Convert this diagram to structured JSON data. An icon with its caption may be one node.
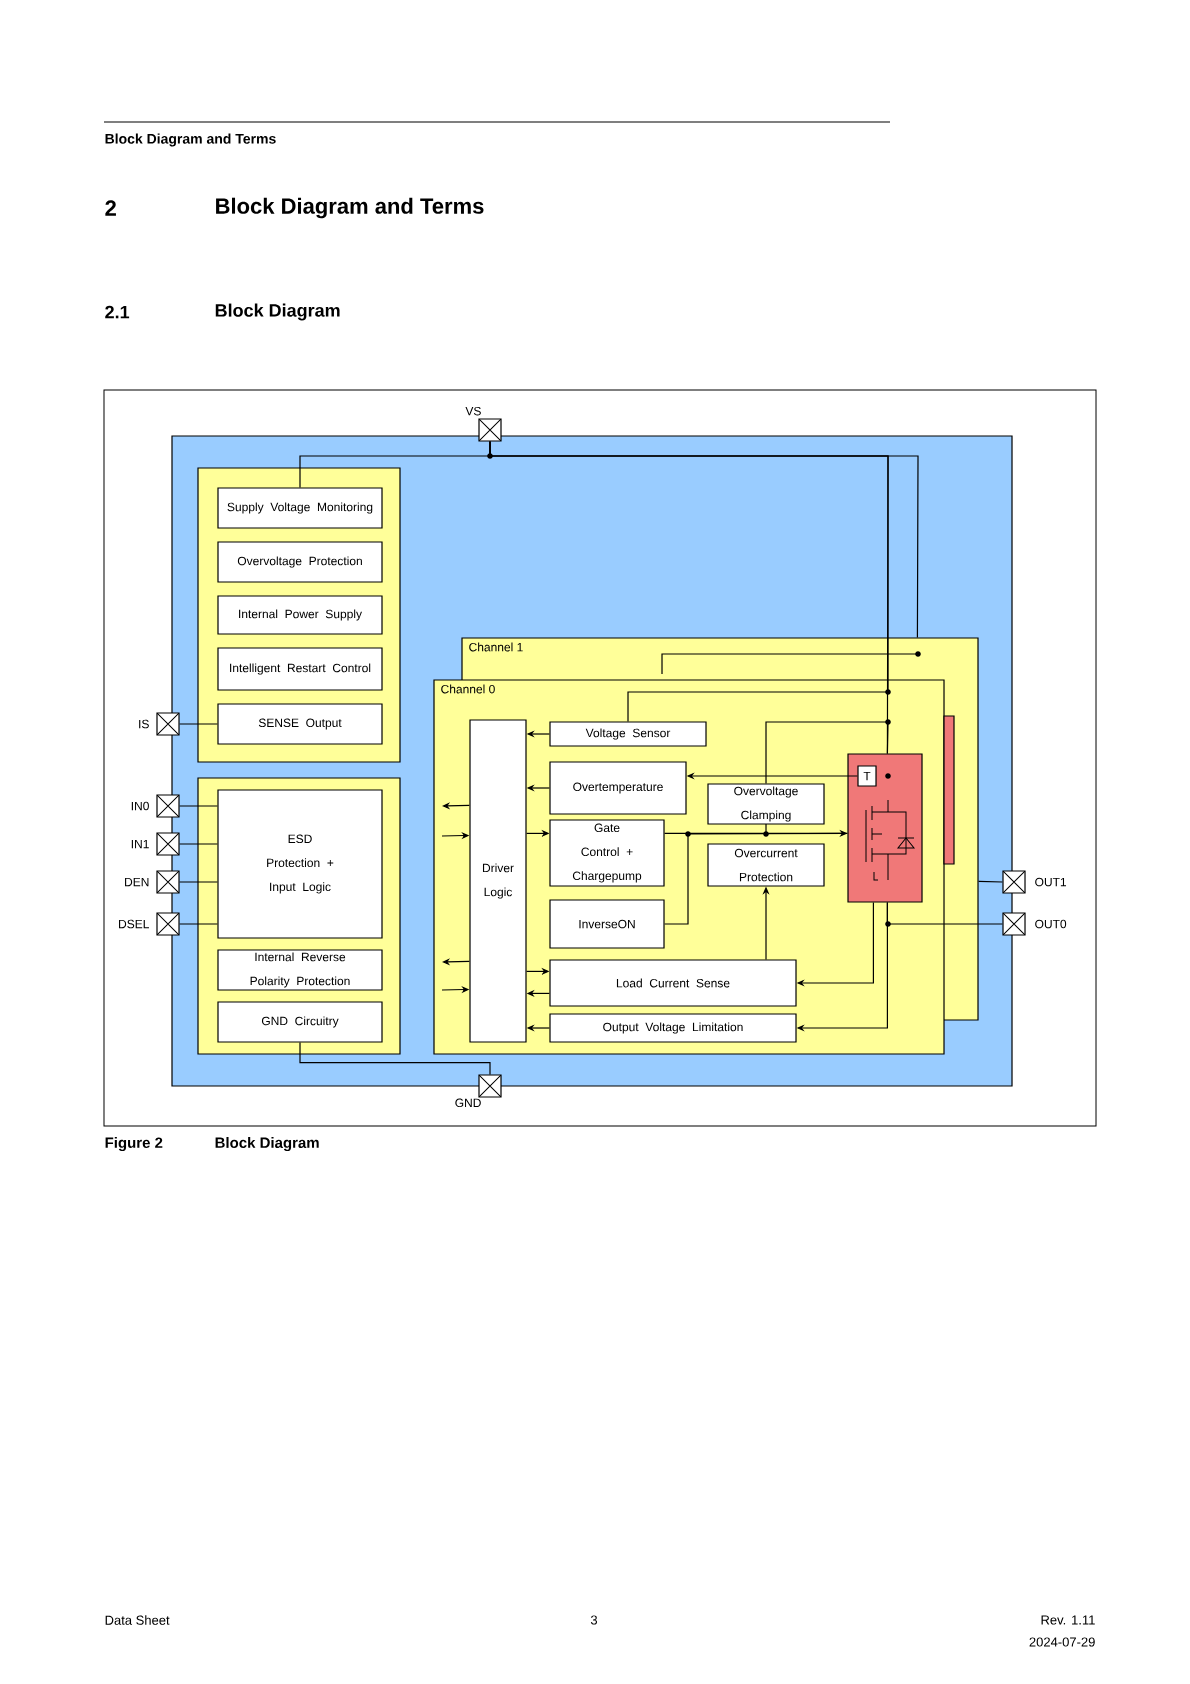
{
  "diagram": {
    "caption": "Block Diagram",
    "nodes": [
      {
        "text": [
          "VS"
        ]
      },
      {
        "text": [],
        "shape": "box"
      },
      {
        "text": [
          "Supply Voltage Monitoring"
        ],
        "in": 1
      },
      {
        "text": [
          "Overvoltage Protection"
        ],
        "in": 1
      },
      {
        "text": [
          "Internal Power Supply"
        ],
        "in": 1
      },
      {
        "text": [
          "Intelligent Restart Control"
        ],
        "in": 1
      },
      {
        "text": [
          "SENSE Output"
        ],
        "in": 1
      },
      {
        "text": [
          "IS"
        ]
      },
      {
        "text": [
          "Channel 1"
        ]
      },
      {
        "text": [
          "Channel 0"
        ],
        "in": 8
      },
      {
        "text": [
          "IN0"
        ]
      },
      {
        "text": [
          "IN1"
        ]
      },
      {
        "text": [
          "DEN"
        ]
      },
      {
        "text": [
          "DSEL"
        ]
      },
      {
        "text": [],
        "shape": "box"
      },
      {
        "text": [
          "ESD Protection + Input Logic"
        ],
        "in": 14
      },
      {
        "text": [
          "Internal Reverse Polarity Protection"
        ],
        "in": 14
      },
      {
        "text": [
          "GND Circuitry"
        ],
        "in": 14
      },
      {
        "text": [
          "Driver Logic"
        ],
        "in": 9
      },
      {
        "text": [
          "Voltage Sensor"
        ],
        "in": 9
      },
      {
        "text": [
          "Overtemperature"
        ],
        "in": 9
      },
      {
        "text": [
          "Gate Control + Chargepump"
        ],
        "in": 9
      },
      {
        "text": [
          "InverseON"
        ],
        "in": 9
      },
      {
        "text": [
          "Overvoltage Clamping"
        ],
        "in": 9
      },
      {
        "text": [
          "Overcurrent Protection"
        ],
        "in": 9
      },
      {
        "text": [
          "Load Current Sense"
        ],
        "in": 9
      },
      {
        "text": [
          "Output Voltage Limitation"
        ],
        "in": 9
      },
      {
        "text": [],
        "shape": "picture",
        "in": 9
      },
      {
        "text": [
          "T"
        ],
        "in": 27
      },
      {
        "text": [],
        "shape": "box",
        "in": 8
      },
      {
        "text": [
          "GND"
        ]
      },
      {
        "text": [
          "OUT1"
        ]
      },
      {
        "text": [
          "OUT0"
        ]
      }
    ],
    "edges": [
      {
        "from": 0,
        "to": 2,
        "arrow": "none"
      },
      {
        "from": 0,
        "to": 27,
        "arrow": "none"
      },
      {
        "from": 0,
        "to": 8,
        "arrow": "none"
      },
      {
        "from": 19,
        "to": 0,
        "arrow": "none"
      },
      {
        "from": 7,
        "to": 6,
        "arrow": "none"
      },
      {
        "from": 10,
        "to": 15,
        "arrow": "none"
      },
      {
        "from": 11,
        "to": 15,
        "arrow": "none"
      },
      {
        "from": 12,
        "to": 15,
        "arrow": "none"
      },
      {
        "from": 13,
        "to": 15,
        "arrow": "none"
      },
      {
        "from": 17,
        "to": 30,
        "arrow": "none"
      },
      {
        "from": 19,
        "to": 18,
        "arrow": "to"
      },
      {
        "from": 20,
        "to": 18,
        "arrow": "to"
      },
      {
        "from": 28,
        "to": 20,
        "arrow": "to"
      },
      {
        "from": 18,
        "to": 21,
        "arrow": "to"
      },
      {
        "from": 21,
        "to": 27,
        "arrow": "to"
      },
      {
        "from": 22,
        "to": 27,
        "arrow": "none"
      },
      {
        "from": 23,
        "to": 27,
        "arrow": "none"
      },
      {
        "from": 25,
        "to": 24,
        "arrow": "to"
      },
      {
        "from": 27,
        "to": 25,
        "arrow": "to"
      },
      {
        "from": 18,
        "to": 25,
        "arrow": "to"
      },
      {
        "from": 25,
        "to": 18,
        "arrow": "to"
      },
      {
        "from": 27,
        "to": 26,
        "arrow": "to"
      },
      {
        "from": 26,
        "to": 18,
        "arrow": "to"
      },
      {
        "from": 18,
        "to": null,
        "arrow": "to"
      },
      {
        "from": null,
        "to": 18,
        "arrow": "to"
      },
      {
        "from": 18,
        "to": null,
        "arrow": "to"
      },
      {
        "from": null,
        "to": 18,
        "arrow": "to"
      },
      {
        "from": 27,
        "to": 32,
        "arrow": "none"
      },
      {
        "from": 8,
        "to": 31,
        "arrow": "none"
      }
    ],
    "labels": [
      "Block Diagram and Terms",
      "2",
      "Block Diagram and Terms",
      "2.1",
      "Block Diagram",
      "Figure 2",
      "Data Sheet",
      "3",
      "Rev. 1.11",
      "2024-07-29"
    ]
  }
}
